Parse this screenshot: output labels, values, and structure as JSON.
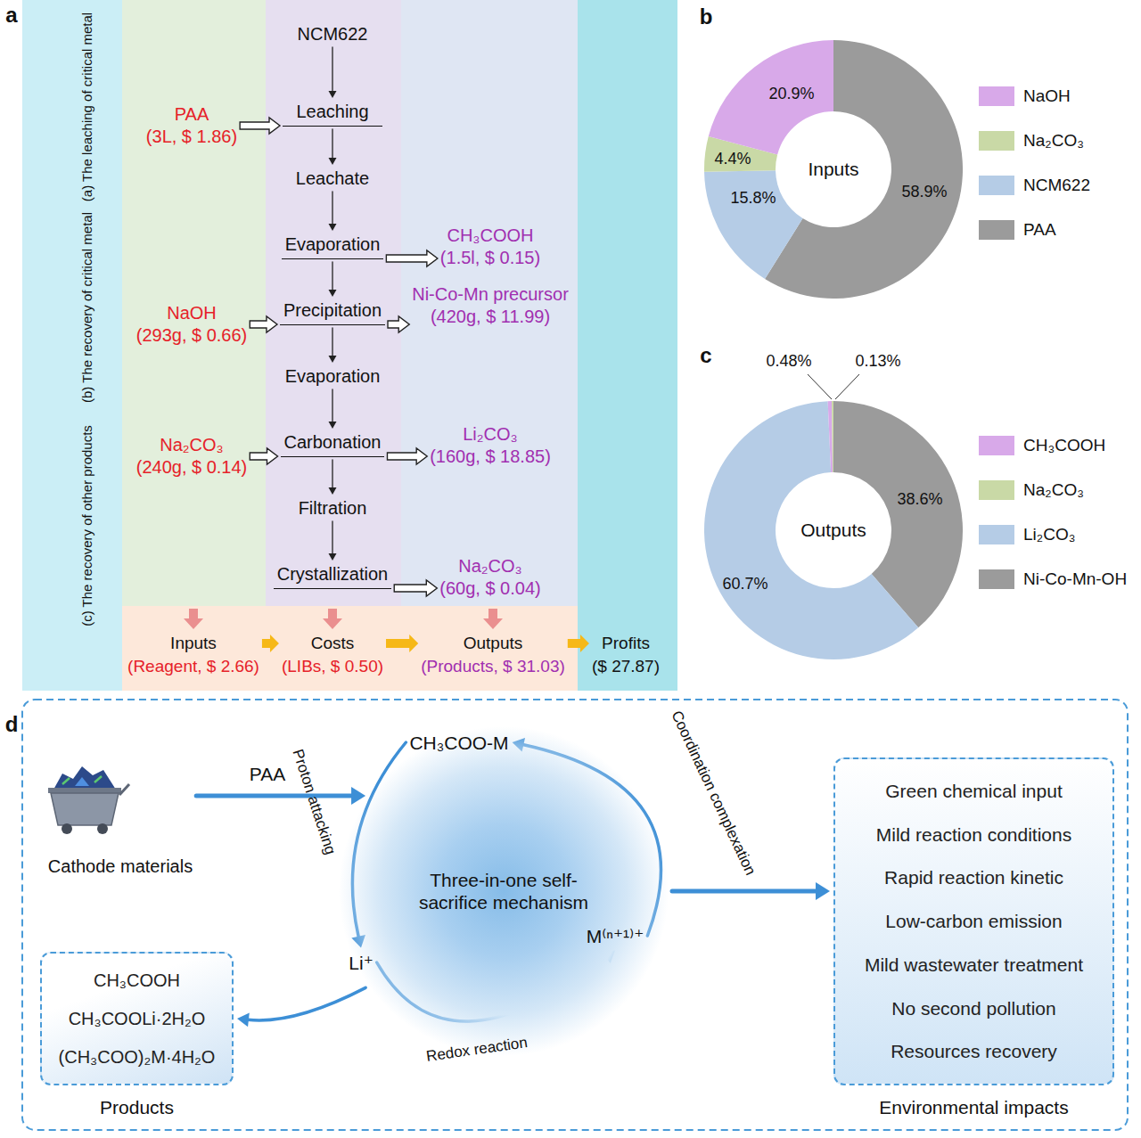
{
  "diagram": {
    "nodes": [
      {
        "text": [
          "NCM622"
        ]
      },
      {
        "text": [
          "Leaching"
        ]
      },
      {
        "text": [
          "Leachate"
        ]
      },
      {
        "text": [
          "Evaporation"
        ]
      },
      {
        "text": [
          "Precipitation"
        ]
      },
      {
        "text": [
          "Evaporation"
        ]
      },
      {
        "text": [
          "Carbonation"
        ]
      },
      {
        "text": [
          "Filtration"
        ]
      },
      {
        "text": [
          "Crystallization"
        ]
      },
      {
        "text": [
          "PAA",
          "(3L, $ 1.86)"
        ]
      },
      {
        "text": [
          "NaOH",
          "(293g, $ 0.66)"
        ]
      },
      {
        "text": [
          "Na₂CO₃",
          "(240g, $ 0.14)"
        ]
      },
      {
        "text": [
          "CH₃COOH",
          "(1.5l, $ 0.15)"
        ]
      },
      {
        "text": [
          "Ni-Co-Mn precursor",
          "(420g, $ 11.99)"
        ]
      },
      {
        "text": [
          "Li₂CO₃",
          "(160g, $ 18.85)"
        ]
      },
      {
        "text": [
          "Na₂CO₃",
          "(60g, $ 0.04)"
        ]
      },
      {
        "text": [
          "Inputs",
          "(Reagent, $ 2.66)"
        ]
      },
      {
        "text": [
          "Costs",
          "(LIBs, $ 0.50)"
        ]
      },
      {
        "text": [
          "Outputs",
          "(Products, $ 31.03)"
        ]
      },
      {
        "text": [
          "Profits",
          "($ 27.87)"
        ]
      },
      {
        "text": [
          "Inputs"
        ]
      },
      {
        "text": [
          "Outputs"
        ]
      },
      {
        "text": [
          "Cathode materials"
        ]
      },
      {
        "text": [
          "Three-in-one self-sacrifice mechanism"
        ]
      },
      {
        "text": [
          "CH₃COO-M"
        ],
        "in": 23
      },
      {
        "text": [
          "Li⁺"
        ],
        "in": 23
      },
      {
        "text": [
          "M⁽ⁿ⁺¹⁾⁺"
        ],
        "in": 23
      },
      {
        "text": [
          "CH₃COOH",
          "CH₃COOLi·2H₂O",
          "(CH₃COO)₂M·4H₂O",
          "Products"
        ]
      },
      {
        "text": [
          "Green chemical input",
          "Mild reaction conditions",
          "Rapid reaction kinetic",
          "Low-carbon emission",
          "Mild wastewater treatment",
          "No second pollution",
          "Resources recovery",
          "Environmental impacts"
        ]
      }
    ],
    "edges": [
      {
        "from": 0,
        "to": 1,
        "arrow": "to"
      },
      {
        "from": 1,
        "to": 2,
        "arrow": "to"
      },
      {
        "from": 2,
        "to": 3,
        "arrow": "to"
      },
      {
        "from": 3,
        "to": 4,
        "arrow": "to"
      },
      {
        "from": 4,
        "to": 5,
        "arrow": "to"
      },
      {
        "from": 5,
        "to": 6,
        "arrow": "to"
      },
      {
        "from": 6,
        "to": 7,
        "arrow": "to"
      },
      {
        "from": 7,
        "to": 8,
        "arrow": "to"
      },
      {
        "from": 9,
        "to": 1,
        "arrow": "to"
      },
      {
        "from": 10,
        "to": 4,
        "arrow": "to"
      },
      {
        "from": 11,
        "to": 6,
        "arrow": "to"
      },
      {
        "from": 3,
        "to": 12,
        "arrow": "to"
      },
      {
        "from": 4,
        "to": 13,
        "arrow": "to"
      },
      {
        "from": 6,
        "to": 14,
        "arrow": "to"
      },
      {
        "from": 8,
        "to": 15,
        "arrow": "to"
      },
      {
        "from": 16,
        "to": 17,
        "arrow": "to"
      },
      {
        "from": 17,
        "to": 18,
        "arrow": "to"
      },
      {
        "from": 18,
        "to": 19,
        "arrow": "to"
      },
      {
        "from": 22,
        "to": 23,
        "label": "PAA",
        "arrow": "to"
      },
      {
        "from": 24,
        "to": 25,
        "label": "Proton attacking",
        "arrow": "to"
      },
      {
        "from": 25,
        "to": 26,
        "label": "Redox reaction",
        "arrow": "to"
      },
      {
        "from": 26,
        "to": 24,
        "label": "Coordination complexation",
        "arrow": "to"
      },
      {
        "from": 23,
        "to": 27,
        "arrow": "to"
      },
      {
        "from": 23,
        "to": 28,
        "arrow": "to"
      }
    ],
    "labels": [
      "a",
      "(a) The leaching of critical metal",
      "(b) The recovery of critical metal",
      "(c) The recovery of other products",
      "b",
      "20.9%",
      "4.4%",
      "15.8%",
      "58.9%",
      "c",
      "0.48%",
      "0.13%",
      "38.6%",
      "60.7%",
      "d"
    ],
    "legend": [
      {
        "text": "NaOH",
        "color": "#d8a9e9"
      },
      {
        "text": "Na₂CO₃",
        "color": "#c9d9a6"
      },
      {
        "text": "NCM622",
        "color": "#b5cce6"
      },
      {
        "text": "PAA",
        "color": "#9b9b9b"
      },
      {
        "text": "CH₃COOH",
        "color": "#d8a9e9"
      },
      {
        "text": "Na₂CO₃",
        "color": "#c9d9a6"
      },
      {
        "text": "Li₂CO₃",
        "color": "#b5cce6"
      },
      {
        "text": "Ni-Co-Mn-OH",
        "color": "#9b9b9b"
      }
    ]
  }
}
